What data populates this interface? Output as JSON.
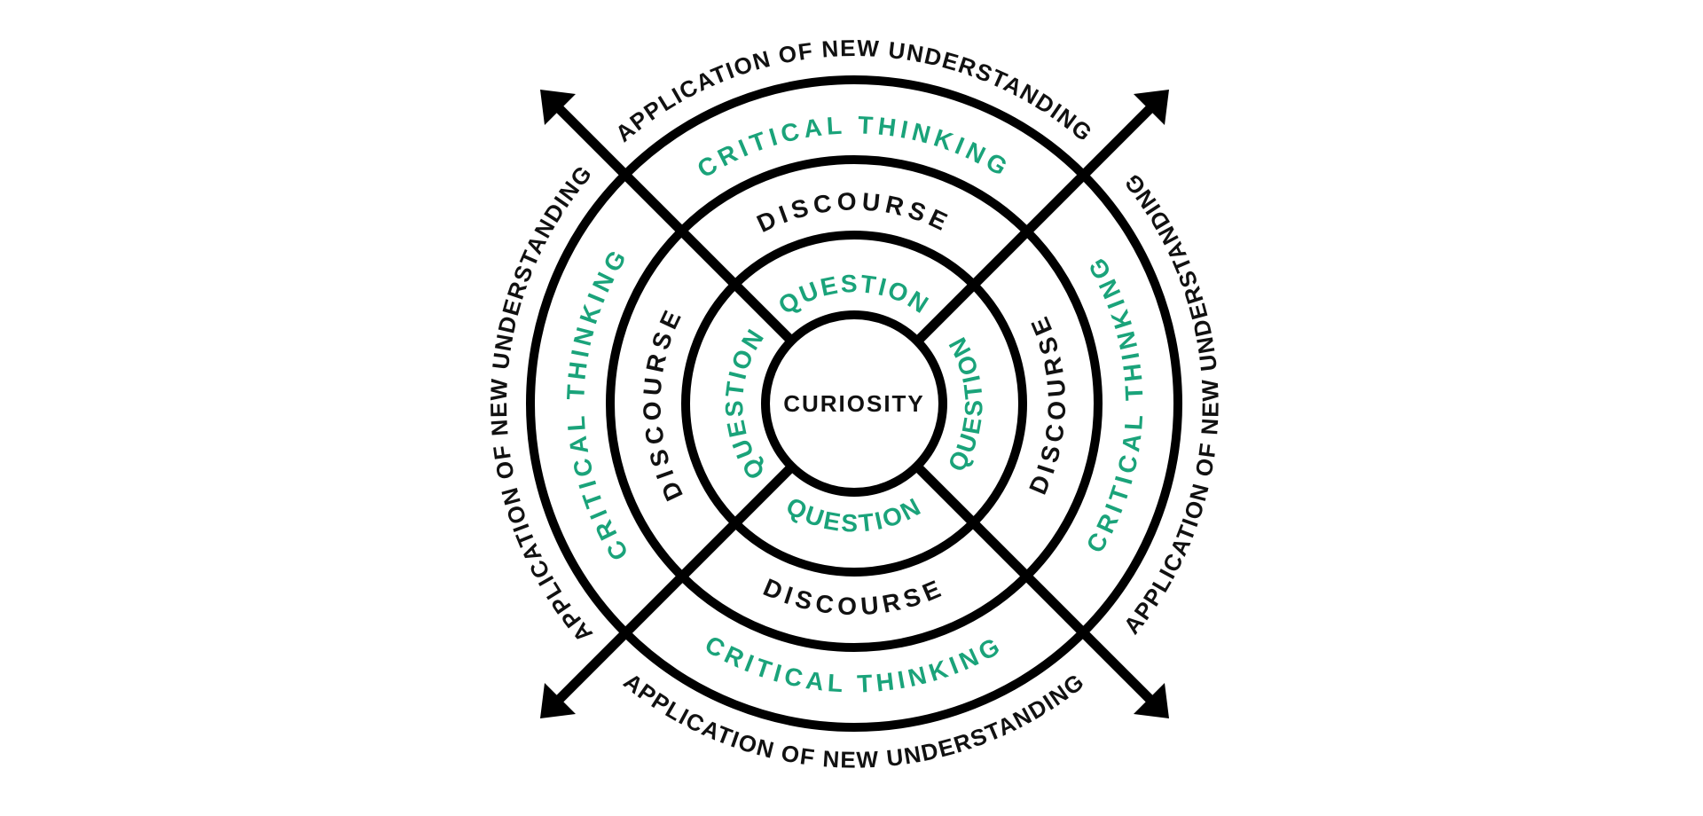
{
  "diagram": {
    "center": "CURIOSITY",
    "rings": [
      {
        "label": "QUESTION",
        "color": "#1aa37a"
      },
      {
        "label": "DISCOURSE",
        "color": "#111111"
      },
      {
        "label": "CRITICAL THINKING",
        "color": "#1aa37a"
      },
      {
        "label": "APPLICATION OF NEW UNDERSTANDING",
        "color": "#111111"
      }
    ],
    "arrows": {
      "count": 4,
      "color": "#000000"
    }
  }
}
